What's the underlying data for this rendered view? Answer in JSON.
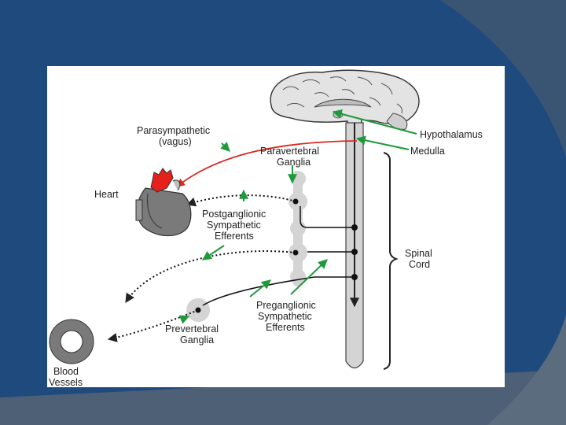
{
  "slide": {
    "colors": {
      "background": "#1f4a7d",
      "decor_band": "#3a5574",
      "decor_bottom": "#4d6075",
      "parasympathetic_pathway": "#d62b20",
      "pointer_arrows": "#1e9a3c",
      "heart_atria": "#e8201c"
    }
  },
  "diagram": {
    "labels": {
      "parasympathetic_line1": "Parasympathetic",
      "parasympathetic_line2": "(vagus)",
      "paravertebral_line1": "Paravertebral",
      "paravertebral_line2": "Ganglia",
      "hypothalamus": "Hypothalamus",
      "medulla": "Medulla",
      "heart": "Heart",
      "postganglionic_line1": "Postganglionic",
      "postganglionic_line2": "Sympathetic",
      "postganglionic_line3": "Efferents",
      "spinal_line1": "Spinal",
      "spinal_line2": "Cord",
      "preganglionic_line1": "Preganglionic",
      "preganglionic_line2": "Sympathetic",
      "preganglionic_line3": "Efferents",
      "prevertebral_line1": "Prevertebral",
      "prevertebral_line2": "Ganglia",
      "blood_line1": "Blood",
      "blood_line2": "Vessels"
    }
  }
}
